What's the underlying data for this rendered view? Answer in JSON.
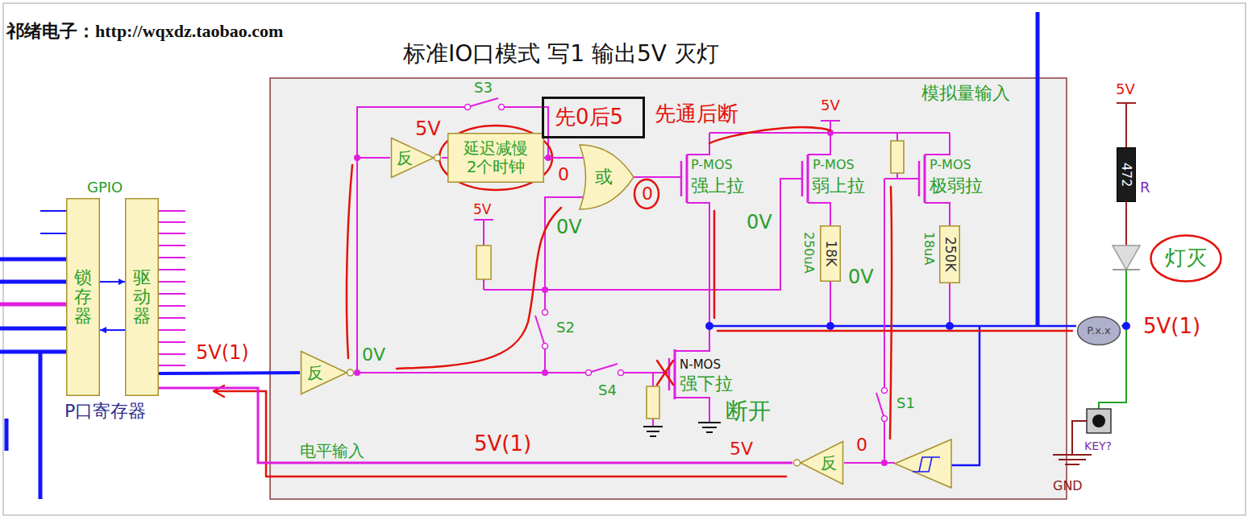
{
  "diagram": {
    "title": "标准IO口模式 写1 输出5V 灭灯",
    "nodes": [
      {
        "text": [
          "锁存器"
        ]
      },
      {
        "text": [
          "驱动器"
        ]
      },
      {
        "text": [
          "反"
        ]
      },
      {
        "text": [
          "反"
        ]
      },
      {
        "text": [
          "延迟减慢 2个时钟"
        ]
      },
      {
        "text": [
          "先0后5"
        ]
      },
      {
        "text": [
          "或"
        ]
      },
      {
        "text": [
          "18K"
        ]
      },
      {
        "text": [
          "250K"
        ]
      },
      {
        "text": [
          "反"
        ]
      },
      {
        "text": [
          "472"
        ]
      },
      {
        "text": [
          "灯灭"
        ]
      },
      {
        "text": [
          "P.x.x"
        ]
      }
    ],
    "edges": [
      {
        "from": 0,
        "to": 1,
        "arrow": "to"
      },
      {
        "from": 1,
        "to": 0,
        "arrow": "to"
      },
      {
        "from": 1,
        "to": 2,
        "arrow": "none"
      },
      {
        "from": 2,
        "to": 3,
        "arrow": "none"
      },
      {
        "from": 3,
        "to": 4,
        "arrow": "none"
      },
      {
        "from": 4,
        "to": 6,
        "arrow": "none"
      },
      {
        "from": 9,
        "to": 1,
        "arrow": "none",
        "label": "电平输入"
      }
    ],
    "labels": [
      "祁绪电子：http://wqxdz.taobao.com",
      "GPIO",
      "P口寄存器",
      "5V(1)",
      "0V",
      "S3",
      "5V",
      "0",
      "0",
      "0V",
      "先通后断",
      "5V",
      "模拟量输入",
      "P-MOS",
      "强上拉",
      "P-MOS",
      "弱上拉",
      "P-MOS",
      "极弱拉",
      "5V",
      "0V",
      "250uA",
      "18uA",
      "0V",
      "S2",
      "S4",
      "N-MOS",
      "强下拉",
      "断开",
      "S1",
      "5V(1)",
      "5V",
      "0",
      "5V",
      "R",
      "5V(1)",
      "KEY?",
      "GND"
    ]
  }
}
